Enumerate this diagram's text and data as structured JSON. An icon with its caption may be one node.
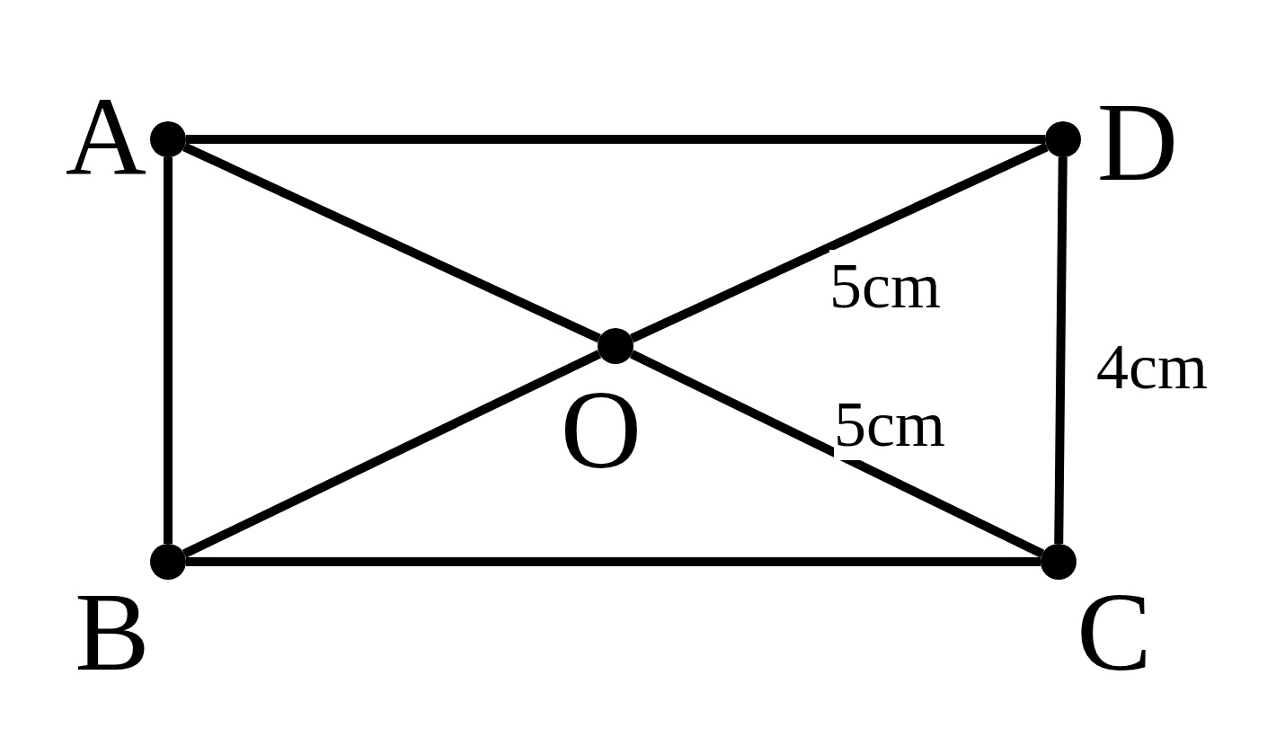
{
  "diagram": {
    "nodes": [
      {
        "text": [],
        "shape": "circle",
        "beside": [
          "A"
        ]
      },
      {
        "text": [],
        "shape": "circle",
        "beside": [
          "D"
        ]
      },
      {
        "text": [],
        "shape": "circle",
        "beside": [
          "O"
        ]
      },
      {
        "text": [],
        "shape": "circle",
        "beside": [
          "B"
        ]
      },
      {
        "text": [],
        "shape": "circle",
        "beside": [
          "C"
        ]
      }
    ],
    "edges": [
      {
        "from": 0,
        "to": 1,
        "arrow": "none"
      },
      {
        "from": 0,
        "to": 3,
        "arrow": "none"
      },
      {
        "from": 0,
        "to": 2,
        "arrow": "none"
      },
      {
        "from": 2,
        "to": 1,
        "arrow": "none",
        "label": "5cm"
      },
      {
        "from": 1,
        "to": 4,
        "arrow": "none",
        "label": "4cm"
      },
      {
        "from": 2,
        "to": 3,
        "arrow": "none"
      },
      {
        "from": 2,
        "to": 4,
        "arrow": "none",
        "label": "5cm"
      },
      {
        "from": 3,
        "to": 4,
        "arrow": "none"
      }
    ]
  }
}
